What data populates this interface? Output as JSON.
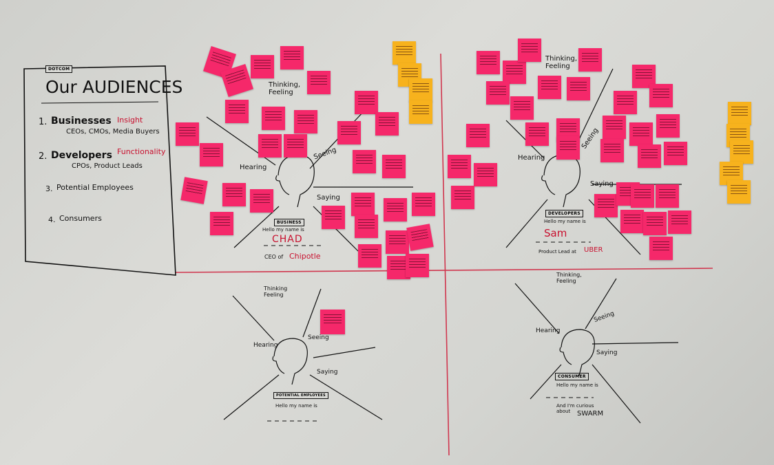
{
  "legend": {
    "tag": "DOTCOM",
    "title": "Our AUDIENCES",
    "items": [
      {
        "num": "1.",
        "name": "Businesses",
        "note": "Insight",
        "sub": "CEOs, CMOs, Media Buyers"
      },
      {
        "num": "2.",
        "name": "Developers",
        "note": "Functionality",
        "sub": "CPOs, Product Leads"
      },
      {
        "num": "3.",
        "name": "Potential Employees",
        "note": "",
        "sub": ""
      },
      {
        "num": "4.",
        "name": "Consumers",
        "note": "",
        "sub": ""
      }
    ]
  },
  "personas": [
    {
      "id": "business",
      "badge": "BUSINESS",
      "hello": "Hello my name is",
      "name": "CHAD",
      "role_prefix": "CEO of",
      "role_org": "Chipotle",
      "labels": {
        "thinking": "Thinking, Feeling",
        "seeing": "Seeing",
        "hearing": "Hearing",
        "saying": "Saying"
      }
    },
    {
      "id": "developer",
      "badge": "DEVELOPERS",
      "hello": "Hello my name is",
      "name": "Sam",
      "role_prefix": "Product Lead at",
      "role_org": "UBER",
      "labels": {
        "thinking": "Thinking, Feeling",
        "seeing": "Seeing",
        "hearing": "Hearing",
        "saying": "Saying"
      }
    },
    {
      "id": "employee",
      "badge": "POTENTIAL EMPLOYEES",
      "hello": "Hello my name is",
      "name": "",
      "role_prefix": "",
      "role_org": "",
      "labels": {
        "thinking": "Thinking Feeling",
        "seeing": "Seeing",
        "hearing": "Hearing",
        "saying": "Saying"
      }
    },
    {
      "id": "consumer",
      "badge": "CONSUMER",
      "hello": "Hello my name is",
      "name": "",
      "role_prefix": "And I'm curious about",
      "role_org": "SWARM",
      "labels": {
        "thinking": "Thinking, Feeling",
        "seeing": "Seeing",
        "hearing": "Hearing",
        "saying": "Saying"
      }
    }
  ],
  "colors": {
    "note_pink": "#f5286a",
    "note_orange": "#f7b21d",
    "marker_red": "#c8102e",
    "marker_black": "#111111",
    "board": "#d6d7d3"
  }
}
